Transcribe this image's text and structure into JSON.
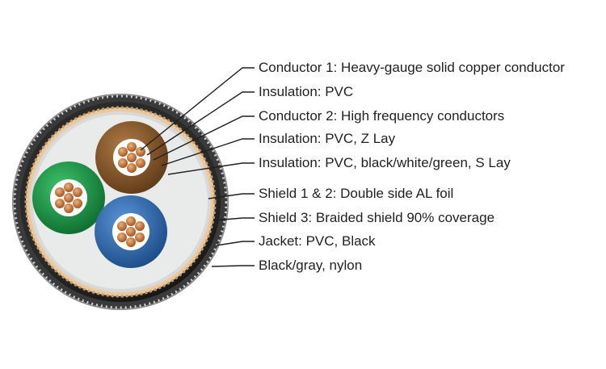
{
  "callouts": [
    "Conductor 1: Heavy-gauge solid copper conductor",
    "Insulation: PVC",
    "Conductor 2: High frequency conductors",
    "Insulation: PVC, Z Lay",
    "Insulation: PVC, black/white/green, S Lay",
    "Shield 1 & 2: Double side AL foil",
    "Shield 3: Braided shield 90% coverage",
    "Jacket: PVC, Black",
    "Black/gray, nylon"
  ],
  "colors": {
    "jacket": "#1a1a1a",
    "braid": "#e8c9a0",
    "foil": "#d9d9d9",
    "brown_insulation": "#8b5a2b",
    "green_insulation": "#1f9a4a",
    "blue_insulation": "#2f6db5",
    "copper": "#c9773d",
    "leader_line": "#231f20"
  }
}
